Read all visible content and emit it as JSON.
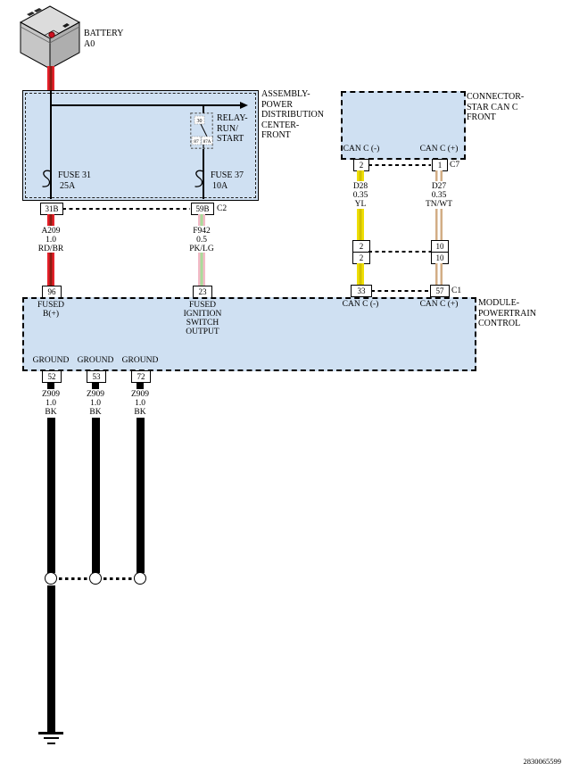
{
  "doc_number": "2830065599",
  "colors": {
    "component_fill": "#cfe0f2",
    "wire_red": "#e5202a",
    "wire_red_tracer": "#8c1d12",
    "wire_pink": "#f3bac7",
    "wire_lightgreen": "#a8dc9a",
    "wire_yellow": "#efdf06",
    "wire_tan": "#d2ad85",
    "wire_black": "#000000"
  },
  "battery": {
    "name": "BATTERY",
    "id": "A0"
  },
  "pdc": {
    "label": {
      "l1": "ASSEMBLY-",
      "l2": "POWER",
      "l3": "DISTRIBUTION",
      "l4": "CENTER-",
      "l5": "FRONT"
    },
    "relay": {
      "l1": "RELAY-",
      "l2": "RUN/",
      "l3": "START",
      "t30": "30",
      "t87": "87",
      "t87a": "87A"
    },
    "fuse31": {
      "name": "FUSE 31",
      "amps": "25A"
    },
    "fuse37": {
      "name": "FUSE 37",
      "amps": "10A"
    },
    "out_left": {
      "pin": "31B"
    },
    "out_right": {
      "pin": "59B",
      "conn": "C2"
    }
  },
  "star": {
    "label": {
      "l1": "CONNECTOR-",
      "l2": "STAR CAN C",
      "l3": "FRONT"
    },
    "can_minus": "CAN C (-)",
    "can_plus": "CAN C (+)",
    "pin_minus": "2",
    "pin_plus": "1",
    "conn": "C7"
  },
  "wire_a209": {
    "name": "A209",
    "size": "1.0",
    "color": "RD/BR"
  },
  "wire_f942": {
    "name": "F942",
    "size": "0.5",
    "color": "PK/LG"
  },
  "wire_d28": {
    "name": "D28",
    "size": "0.35",
    "color": "YL"
  },
  "wire_d27": {
    "name": "D27",
    "size": "0.35",
    "color": "TN/WT"
  },
  "inline": {
    "left_top": "2",
    "left_bot": "2",
    "right_top": "10",
    "right_bot": "10"
  },
  "pcm": {
    "label": {
      "l1": "MODULE-",
      "l2": "POWERTRAIN",
      "l3": "CONTROL"
    },
    "pin96": {
      "pin": "96",
      "l1": "FUSED",
      "l2": "B(+)"
    },
    "pin23": {
      "pin": "23",
      "l1": "FUSED",
      "l2": "IGNITION",
      "l3": "SWITCH",
      "l4": "OUTPUT"
    },
    "pin33": {
      "pin": "33",
      "label": "CAN C (-)",
      "conn": "C1"
    },
    "pin57": {
      "pin": "57",
      "label": "CAN C (+)"
    },
    "grounds": [
      {
        "label": "GROUND",
        "pin": "52",
        "wire": {
          "name": "Z909",
          "size": "1.0",
          "color": "BK"
        }
      },
      {
        "label": "GROUND",
        "pin": "53",
        "wire": {
          "name": "Z909",
          "size": "1.0",
          "color": "BK"
        }
      },
      {
        "label": "GROUND",
        "pin": "72",
        "wire": {
          "name": "Z909",
          "size": "1.0",
          "color": "BK"
        }
      }
    ]
  }
}
